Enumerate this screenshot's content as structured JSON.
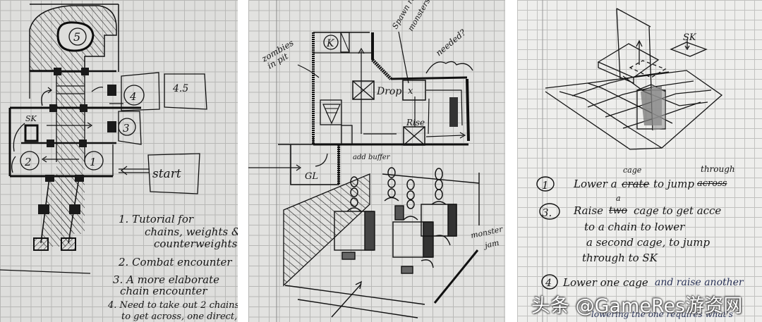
{
  "panels": [
    {
      "id": "sketch-level-layout",
      "room_labels": [
        "5",
        "4",
        "4.5",
        "3",
        "2",
        "1"
      ],
      "sk_label": "SK",
      "start_label": "start",
      "notes": [
        "1. Tutorial for",
        "chains, weights &",
        "counterweights",
        "2. Combat encounter",
        "3. A more elaborate",
        "chain encounter",
        "4. Need to take out 2 chains",
        "to get across, one direct,"
      ]
    },
    {
      "id": "sketch-room-floorplan",
      "labels": {
        "zombies": "zombies",
        "in_pit": "in pit",
        "k": "K",
        "drop": "Drop",
        "x": "x",
        "rise": "Rise",
        "spawn_1": "Spawn resistant",
        "spawn_2": "monsters?",
        "needed": "needed?",
        "add_buffer": "add buffer",
        "gl": "GL",
        "monster_1": "monster",
        "monster_2": "jam"
      }
    },
    {
      "id": "sketch-cage-grid",
      "sk_label": "SK",
      "notes": {
        "n1_num": "1",
        "n1_text": "Lower a",
        "n1_struck": "crate",
        "n1_insert": "cage",
        "n1_rest": "to jump",
        "n1_struck2": "across",
        "n1_insert2": "through",
        "n3_num": "3.",
        "n3_text": "Raise",
        "n3_struck": "two",
        "n3_insert": "a",
        "n3_rest": "cage to get acce",
        "n3_line2": "to a chain to lower",
        "n3_line3": "a second cage, to jump",
        "n3_line4": "through to SK",
        "n4_num": "4",
        "n4_text": "Lower one cage",
        "n4_blue": "and raise another",
        "n4_line3": "lowering the one requires what's"
      }
    }
  ],
  "watermark": "头条 @GameRes游资网",
  "colors": {
    "ink": "#151515",
    "blue_ink": "#2b3556",
    "paper": "#e4e4e2",
    "grid": "#b8b8b6"
  }
}
